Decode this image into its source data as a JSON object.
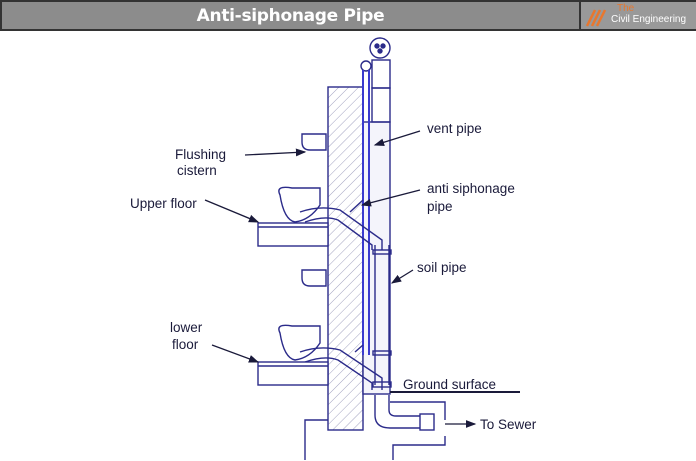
{
  "header": {
    "title": "Anti-siphonage Pipe",
    "logo_line1": "The",
    "logo_line2": "Civil Engineering"
  },
  "diagram": {
    "labels": {
      "vent_pipe": "vent pipe",
      "flushing_1": "Flushing",
      "flushing_2": "cistern",
      "upper_floor": "Upper floor",
      "anti_1": "anti siphonage",
      "anti_2": "pipe",
      "soil_pipe": "soil pipe",
      "lower_1": "lower",
      "lower_2": "floor",
      "ground": "Ground surface",
      "sewer": "To Sewer"
    },
    "colors": {
      "line": "#2b2b8a",
      "accent": "#3a3acf"
    }
  }
}
